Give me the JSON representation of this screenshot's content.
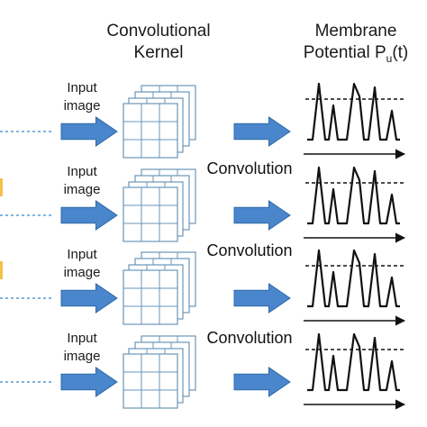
{
  "headers": {
    "kernel_line1": "Convolutional",
    "kernel_line2": "Kernel",
    "membrane_line1": "Membrane",
    "membrane_line2_prefix": "Potential P",
    "membrane_line2_sub": "u",
    "membrane_line2_suffix": "(t)"
  },
  "rows": [
    {
      "input_line1": "Input",
      "input_line2": "image",
      "convolution": ""
    },
    {
      "input_line1": "Input",
      "input_line2": "image",
      "convolution": "Convolution"
    },
    {
      "input_line1": "Input",
      "input_line2": "image",
      "convolution": "Convolution"
    },
    {
      "input_line1": "Input",
      "input_line2": "image",
      "convolution": "Convolution"
    }
  ],
  "colors": {
    "arrow_fill": "#4a86cc",
    "arrow_stroke": "#2f6aa8",
    "kernel_stroke": "#6a95b8",
    "dotted_line": "#7fb4e3",
    "signal": "#111111",
    "left_edge_accent": "#f2c14a"
  }
}
